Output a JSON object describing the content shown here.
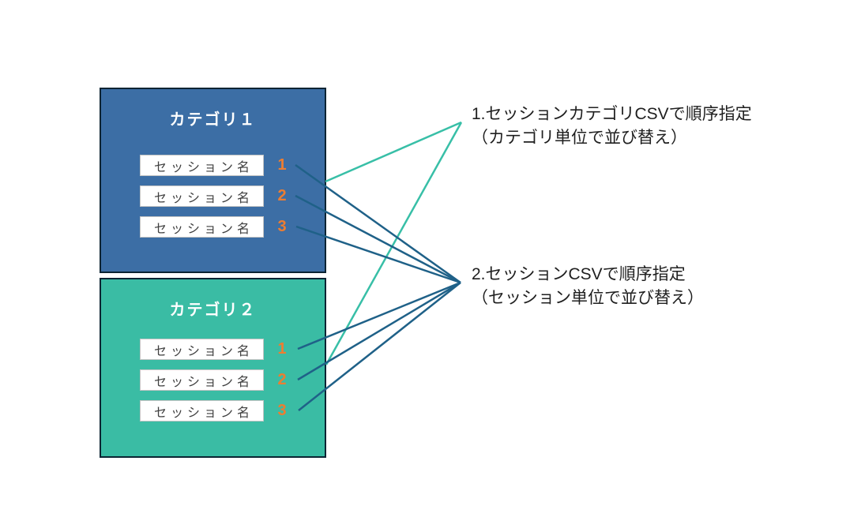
{
  "colors": {
    "background": "#FFFFFF",
    "box_border": "#0B2433",
    "category1_fill": "#3C6EA5",
    "category2_fill": "#3ABCA4",
    "session_box_fill": "#FFFFFF",
    "session_box_border": "#C4C4C4",
    "session_text": "#3F3F3F",
    "order_number": "#ED7D31",
    "category_line": "#38BFA7",
    "session_line": "#1F6188",
    "annotation_text": "#1F1F1F",
    "title_text": "#FFFFFF"
  },
  "categories": [
    {
      "title": "カテゴリ１",
      "fill": "#3C6EA5",
      "sessions": [
        {
          "label": "セッション名",
          "number": "1"
        },
        {
          "label": "セッション名",
          "number": "2"
        },
        {
          "label": "セッション名",
          "number": "3"
        }
      ]
    },
    {
      "title": "カテゴリ２",
      "fill": "#3ABCA4",
      "sessions": [
        {
          "label": "セッション名",
          "number": "1"
        },
        {
          "label": "セッション名",
          "number": "2"
        },
        {
          "label": "セッション名",
          "number": "3"
        }
      ]
    }
  ],
  "annotations": [
    {
      "line1": "1.セッションカテゴリCSVで順序指定",
      "line2": "（カテゴリ単位で並び替え）"
    },
    {
      "line1": "2.セッションCSVで順序指定",
      "line2": "（セッション単位で並び替え）"
    }
  ]
}
